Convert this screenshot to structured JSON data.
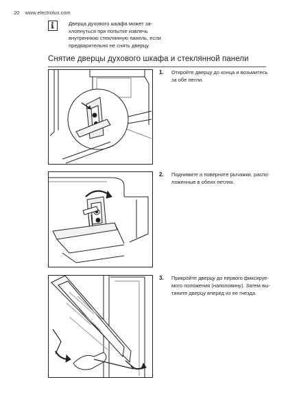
{
  "header": {
    "page_number": "20",
    "site": "www.electrolux.com"
  },
  "note": {
    "icon": "info-icon",
    "lines": [
      "Дверца духового шкафа может за-",
      "хлопнуться при попытке извлечь",
      "внутреннюю стеклянную панель, если",
      "предварительно не снять дверцу."
    ]
  },
  "section": {
    "title": "Снятие дверцы духового шкафа и стеклянной панели"
  },
  "steps": [
    {
      "number": "1.",
      "lines": [
        "Откройте дверцу до конца и возьмитесь",
        "за обе петли."
      ],
      "illustration": "door-hinge-illustration"
    },
    {
      "number": "2.",
      "lines": [
        "Поднимите и поверните рычажки, распо-",
        "ложенные в обеих петлях."
      ],
      "illustration": "hinge-lever-illustration"
    },
    {
      "number": "3.",
      "lines": [
        "Прикройте дверцу до первого фиксируе-",
        "мого положения (наполовину). Затем вы-",
        "тяните дверцу вперед из ее гнезда."
      ],
      "illustration": "door-removal-illustration"
    }
  ]
}
